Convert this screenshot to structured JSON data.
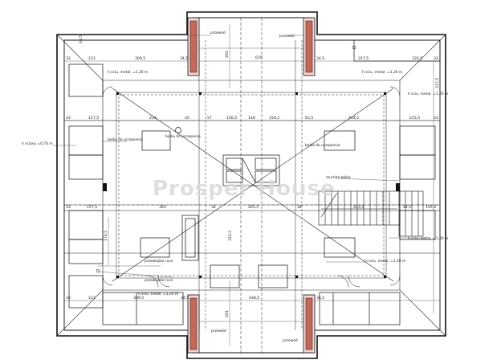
{
  "watermark": "Prosper House",
  "labels": {
    "przewod_tl": "przewód",
    "przewod_tr": "przewód",
    "przewod_bl": "przewód",
    "przewod_br": "przewód",
    "height_tl": "h sciu. metal. =1,20 m",
    "height_tr": "h sciu. metal. =1,20 m",
    "height_r1": "h sciu. metal. =1,20 m",
    "height_r2": "h sciu. metal. =1,20 m",
    "height_bl": "h sciu. metal. =1,20 m",
    "height_br": "h sciu. metal. =1,20 m",
    "height_left": "h sciany =0,70 m",
    "belka_left": "belka do uczepienia",
    "belka_right": "belka do uczepienia",
    "murlata": "murlata belka",
    "przewiazka": "przewiązka rura",
    "przewiazka2": "przewiązka rura"
  },
  "dimensions": {
    "top_635": "635",
    "top_201": "201",
    "top_123": "123",
    "top_3095": "309,5",
    "top_345": "34,5",
    "top_3175": "317,5",
    "top_1265": "126,5",
    "top_33": "33",
    "top_635b": "63,5",
    "row2_33": "33",
    "row2_1575": "157,5",
    "row2_234": "234",
    "row2_20": "20",
    "row2_57": "57",
    "row2_1565": "156,5",
    "row2_148": "148",
    "row2_1565b": "156,5",
    "row2_635": "63,5",
    "row2_2445": "244,5",
    "row2_2155": "215,5",
    "mid_33": "33",
    "mid_1575": "157,5",
    "mid_324": "324",
    "mid_34": "34",
    "mid_2655": "265,5",
    "mid_34b": "34",
    "mid_2035": "203,5",
    "mid_425": "42,5",
    "mid_1955": "195,5",
    "bot_33": "33",
    "bot_123": "123",
    "bot_3095": "309,5",
    "bot_345": "34,5",
    "bot_4385": "438,5",
    "bot_201": "201",
    "side_3175": "317,5",
    "side_3225": "322,5",
    "side_1745": "174,5"
  }
}
